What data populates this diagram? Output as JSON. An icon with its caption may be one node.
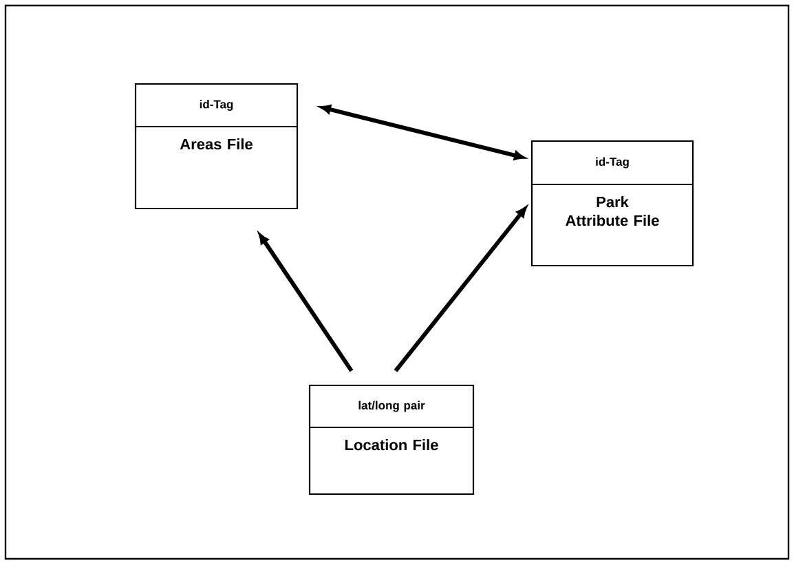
{
  "diagram": {
    "nodes": [
      {
        "text": [
          "id-Tag",
          "Areas File"
        ]
      },
      {
        "text": [
          "id-Tag",
          "Park Attribute File"
        ]
      },
      {
        "text": [
          "lat/long pair",
          "Location File"
        ]
      }
    ],
    "edges": [
      {
        "from": 0,
        "to": 1,
        "arrow": "both"
      },
      {
        "from": 2,
        "to": 0,
        "arrow": "to"
      },
      {
        "from": 2,
        "to": 1,
        "arrow": "to"
      }
    ]
  }
}
